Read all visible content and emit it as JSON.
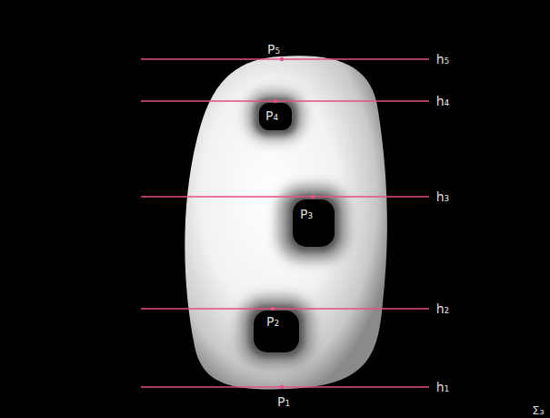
{
  "diagram": {
    "labels": [
      "P₅",
      "h₅",
      "P₄",
      "h₄",
      "P₃",
      "h₃",
      "P₂",
      "h₂",
      "P₁",
      "h₁",
      "Σ₃"
    ]
  }
}
